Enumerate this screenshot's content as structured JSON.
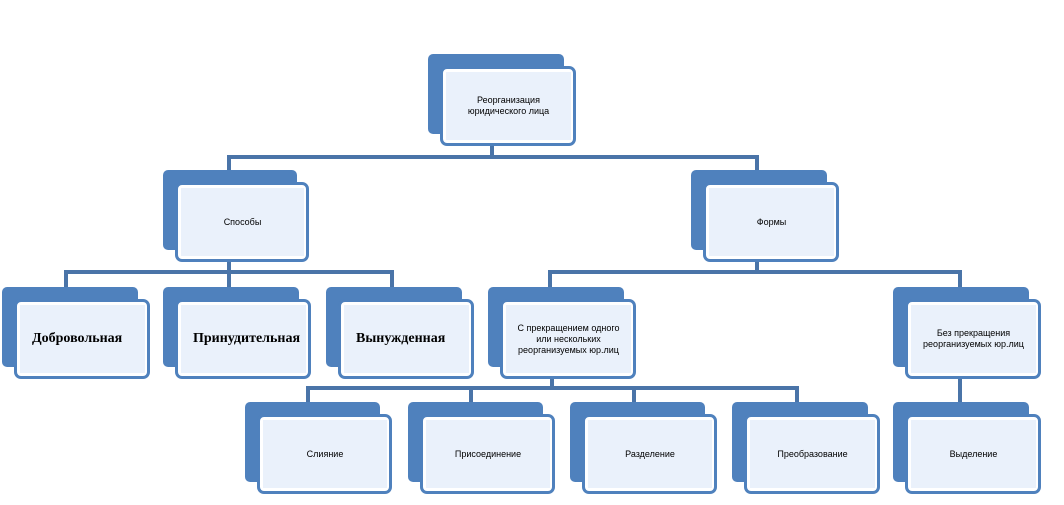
{
  "diagram": {
    "root": "Реорганизация юридического лица",
    "methods": {
      "label": "Способы",
      "items": [
        "Добровольная",
        "Принудительная",
        "Вынужденная"
      ]
    },
    "forms": {
      "label": "Формы",
      "with_termination": {
        "label": "С прекращением одного или нескольких реорганизуемых юр.лиц",
        "items": [
          "Слияние",
          "Присоединение",
          "Разделение",
          "Преобразование"
        ]
      },
      "without_termination": {
        "label": "Без прекращения реорганизуемых юр.лиц",
        "items": [
          "Выделение"
        ]
      }
    },
    "colors": {
      "accent": "#4f81bd",
      "fill": "#eaf1fb",
      "line": "#4a74a8"
    }
  }
}
